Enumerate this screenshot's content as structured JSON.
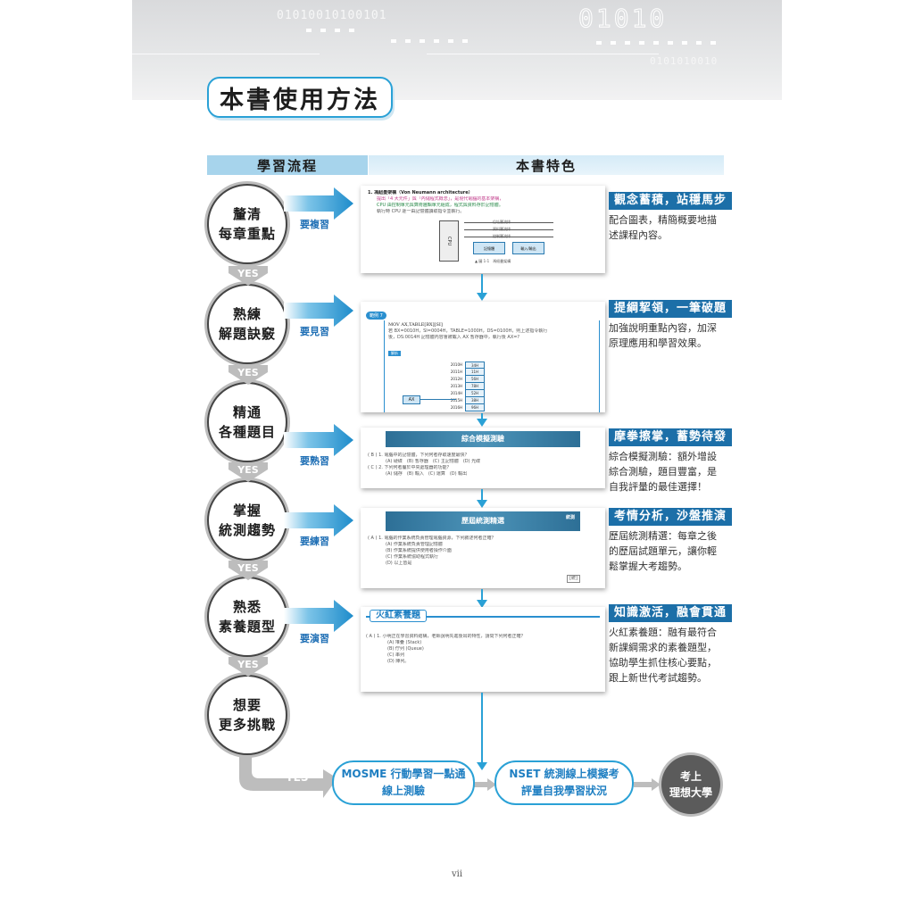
{
  "banner": {
    "bits_left": "01010010100101",
    "bits_big": "01010",
    "bits_small": "0101010010"
  },
  "page_title": "本書使用方法",
  "header": {
    "left": "學習流程",
    "right": "本書特色"
  },
  "steps": [
    {
      "line1": "釐清",
      "line2": "每章重點",
      "action": "要複習"
    },
    {
      "line1": "熟練",
      "line2": "解題訣竅",
      "action": "要見習"
    },
    {
      "line1": "精通",
      "line2": "各種題目",
      "action": "要熟習"
    },
    {
      "line1": "掌握",
      "line2": "統測趨勢",
      "action": "要練習"
    },
    {
      "line1": "熟悉",
      "line2": "素養題型",
      "action": "要演習"
    },
    {
      "line1": "想要",
      "line2": "更多挑戰"
    }
  ],
  "yes_label": "YES",
  "features": [
    {
      "title": "觀念蓄積，站穩馬步",
      "desc": "配合圖表，精簡概要地描述課程內容。"
    },
    {
      "title": "提綱挈領，一筆破題",
      "desc": "加強說明重點內容，加深原理應用和學習效果。"
    },
    {
      "title": "摩拳擦掌，蓄勢待發",
      "desc": "綜合模擬測驗：額外增設綜合測驗，題目豐富，是自我評量的最佳選擇！"
    },
    {
      "title": "考情分析，沙盤推演",
      "desc": "歷屆統測精選：每章之後的歷屆試題單元，讓你輕鬆掌握大考趨勢。"
    },
    {
      "title": "知識激活，融會貫通",
      "desc": "火紅素養題：融有最符合新課綱需求的素養題型，協助學生抓住核心要點，跟上新世代考試趨勢。"
    }
  ],
  "previews": {
    "p1": {
      "heading": "1. 馮紐曼架構（Von Neumann architecture）",
      "l1": "提出「4 大元件」與「內儲程式概念」，是現代電腦的基本架構，",
      "l2": "CPU 由控制單元與算術邏輯單元組成，程式與資料存於記憶體。",
      "l3": "執行時 CPU 逐一由記憶體讀取指令並執行。",
      "cpu": "CPU",
      "bus1": "位址匯流排",
      "bus2": "資料匯流排",
      "bus3": "控制匯流排",
      "mem": "記憶體",
      "io": "輸入/輸出",
      "caption": "▲ 圖 1-1　馮紐曼架構"
    },
    "p2": {
      "badge": "範例 7",
      "code": "MOV AX,TABLE[BX][SI]",
      "l1": "若 BX=0010H，SI=0004H，TABLE=1000H，DS=0100H，則上述指令執行",
      "l2": "後，DS:0014H 記憶體內容會被載入 AX 暫存器中，執行後 AX=?",
      "ans": "解析",
      "addrs": [
        "2010H",
        "2011H",
        "2012H",
        "2013H",
        "2014H",
        "2015H",
        "2016H"
      ],
      "vals": [
        "34H",
        "11H",
        "56H",
        "78H",
        "52H",
        "38H",
        "96H"
      ],
      "reg": "AX"
    },
    "p3": {
      "banner": "綜合模擬測驗",
      "q1": "( B ) 1. 電腦中的記憶體，下列何者存取速度最快？",
      "o1": "(A) 硬碟　(B) 暫存器　(C) 主記憶體　(D) 光碟",
      "q2": "( C ) 2. 下列何者屬於中央處理器的功能？",
      "o2": "(A) 儲存　(B) 輸入　(C) 運算　(D) 輸出"
    },
    "p4": {
      "banner": "歷屆統測精選",
      "tag": "統測",
      "q1": "( A ) 1. 電腦的作業系統負責管理電腦資源，下列敘述何者正確？",
      "o1": "(A) 作業系統負責管理記憶體",
      "o2": "(B) 作業系統提供使用者操作介面",
      "o3": "(C) 作業系統協助程式執行",
      "o4": "(D) 以上皆是",
      "yr": "[統]"
    },
    "p5": {
      "banner": "火紅素養題",
      "q1": "( A ) 1. 小明正在學習資料結構，老師說明先進後出的特性，請問下列何者正確？",
      "o1": "(A) 堆疊 (Stack)",
      "o2": "(B) 佇列 (Queue)",
      "o3": "(C) 串列",
      "o4": "(D) 陣列。"
    }
  },
  "bottom": {
    "yes": "YES",
    "pill1_l1": "MOSME 行動學習一點通",
    "pill1_l2": "線上測驗",
    "pill2_l1": "NSET 統測線上模擬考",
    "pill2_l2": "評量自我學習狀況",
    "final_l1": "考上",
    "final_l2": "理想大學"
  },
  "page_number": "vii",
  "colors": {
    "accent": "#2aa1d6",
    "dark_blue": "#1c6fa8",
    "grey": "#bdbdbd"
  }
}
